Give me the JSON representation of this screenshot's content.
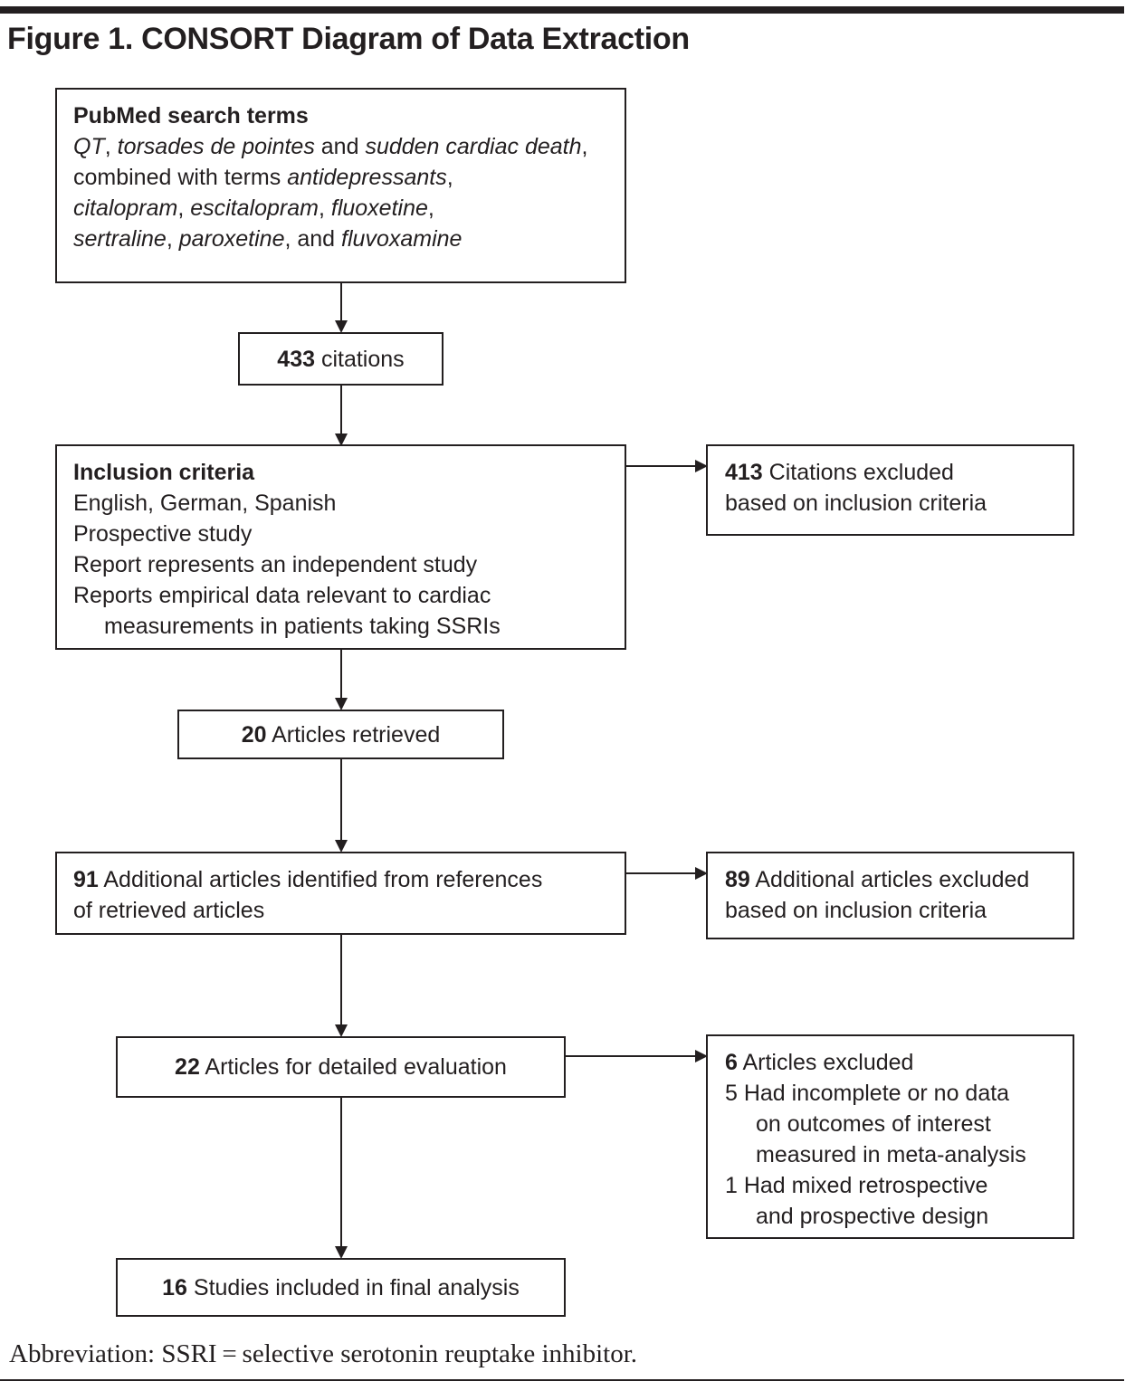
{
  "title": "Figure 1. CONSORT Diagram of Data Extraction",
  "search_box": {
    "heading": "PubMed search terms",
    "line1": {
      "t1": "QT",
      "t2": ", ",
      "t3": "torsades de pointes",
      "t4": " and ",
      "t5": "sudden cardiac death",
      "t6": ","
    },
    "line2": {
      "t1": "combined with terms ",
      "t2": "antidepressants",
      "t3": ","
    },
    "line3": {
      "t1": "citalopram",
      "t2": ", ",
      "t3": "escitalopram",
      "t4": ", ",
      "t5": "fluoxetine",
      "t6": ","
    },
    "line4": {
      "t1": "sertraline",
      "t2": ", ",
      "t3": "paroxetine",
      "t4": ", and ",
      "t5": "fluvoxamine"
    }
  },
  "citations_box": {
    "count": "433",
    "label": " citations"
  },
  "inclusion_box": {
    "heading": "Inclusion criteria",
    "items": [
      "English, German, Spanish",
      "Prospective study",
      "Report represents an independent study",
      "Reports empirical data relevant to cardiac",
      "measurements in patients taking SSRIs"
    ]
  },
  "excluded_1": {
    "count": "413",
    "line1": " Citations excluded",
    "line2": "based on inclusion criteria"
  },
  "retrieved_box": {
    "count": "20",
    "label": " Articles retrieved"
  },
  "additional_box": {
    "count": "91",
    "line1": " Additional articles identified from references",
    "line2": "of retrieved articles"
  },
  "excluded_2": {
    "count": "89",
    "line1": " Additional articles excluded",
    "line2": "based on inclusion criteria"
  },
  "detailed_box": {
    "count": "22",
    "label": " Articles for detailed evaluation"
  },
  "excluded_3": {
    "count": "6",
    "label": " Articles excluded",
    "reasons": [
      "5 Had incomplete or no data",
      "on outcomes of interest",
      "measured in meta-analysis",
      "1 Had mixed retrospective",
      "and prospective design"
    ]
  },
  "final_box": {
    "count": "16",
    "label": " Studies included in final analysis"
  },
  "footnote": "Abbreviation: SSRI = selective serotonin reuptake inhibitor."
}
